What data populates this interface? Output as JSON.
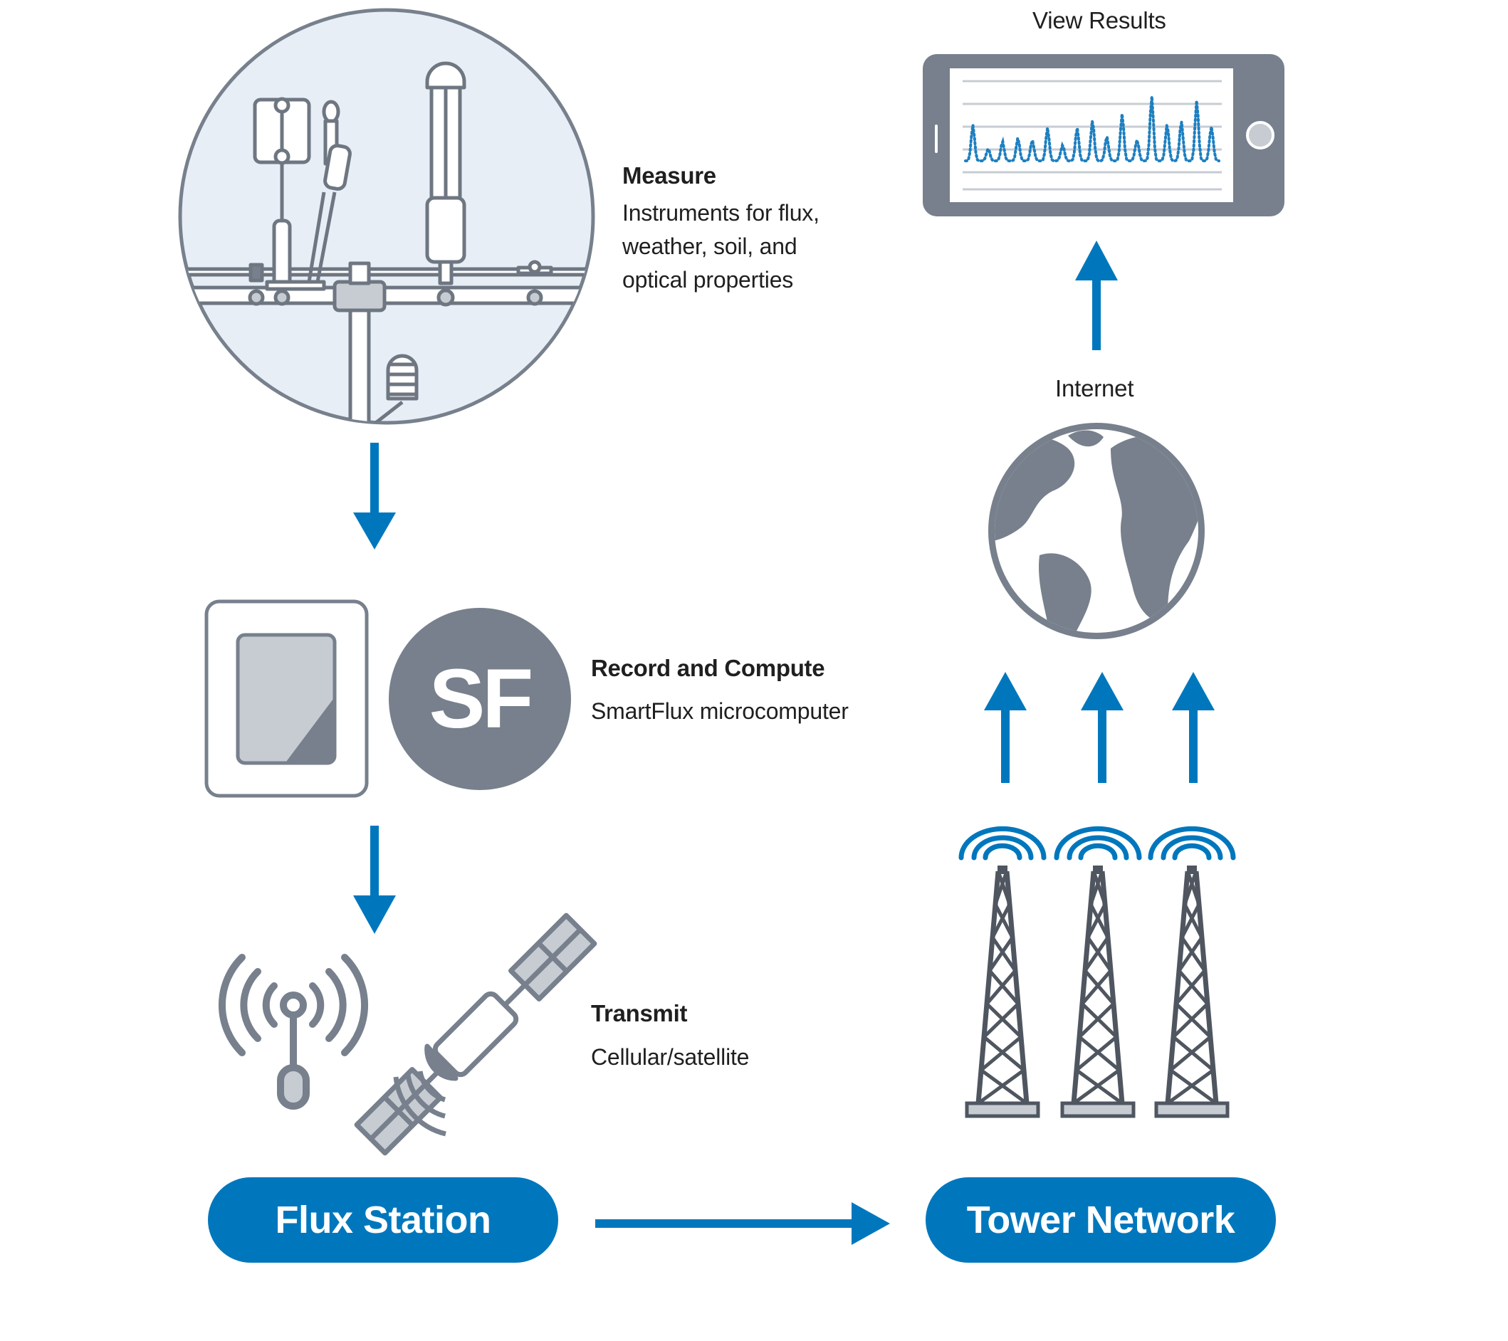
{
  "view_results": {
    "label": "View Results"
  },
  "internet": {
    "label": "Internet"
  },
  "measure": {
    "title": "Measure",
    "lines": [
      "Instruments for flux,",
      "weather, soil, and",
      "optical properties"
    ]
  },
  "record": {
    "title": "Record and Compute",
    "desc": "SmartFlux microcomputer",
    "badge": "SF"
  },
  "transmit": {
    "title": "Transmit",
    "desc": "Cellular/satellite"
  },
  "flux_station": {
    "label": "Flux Station"
  },
  "tower_network": {
    "label": "Tower Network"
  },
  "colors": {
    "accent": "#0077bd",
    "icon_gray": "#77808c",
    "light_fill": "#e8eef6",
    "stroke_gray": "#6e7681"
  }
}
